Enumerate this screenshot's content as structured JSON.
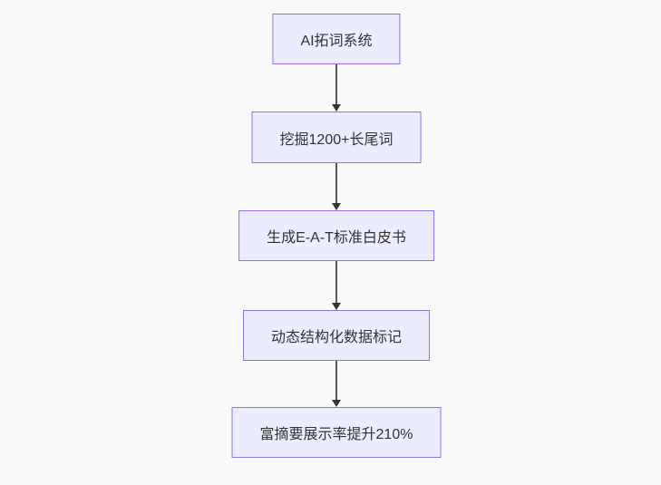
{
  "diagram": {
    "type": "flowchart-top-down",
    "colors": {
      "background": "#f9f9f9",
      "node_fill": "#ECECFF",
      "node_border": "#9370DB",
      "text": "#333333",
      "edge_line": "#555555",
      "arrowhead": "#333333"
    },
    "nodes": [
      {
        "label": "AI拓词系统"
      },
      {
        "label": "挖掘1200+长尾词"
      },
      {
        "label": "生成E-A-T标准白皮书"
      },
      {
        "label": "动态结构化数据标记"
      },
      {
        "label": "富摘要展示率提升210%"
      }
    ],
    "edges": [
      {
        "from": 0,
        "to": 1
      },
      {
        "from": 1,
        "to": 2
      },
      {
        "from": 2,
        "to": 3
      },
      {
        "from": 3,
        "to": 4
      }
    ]
  }
}
